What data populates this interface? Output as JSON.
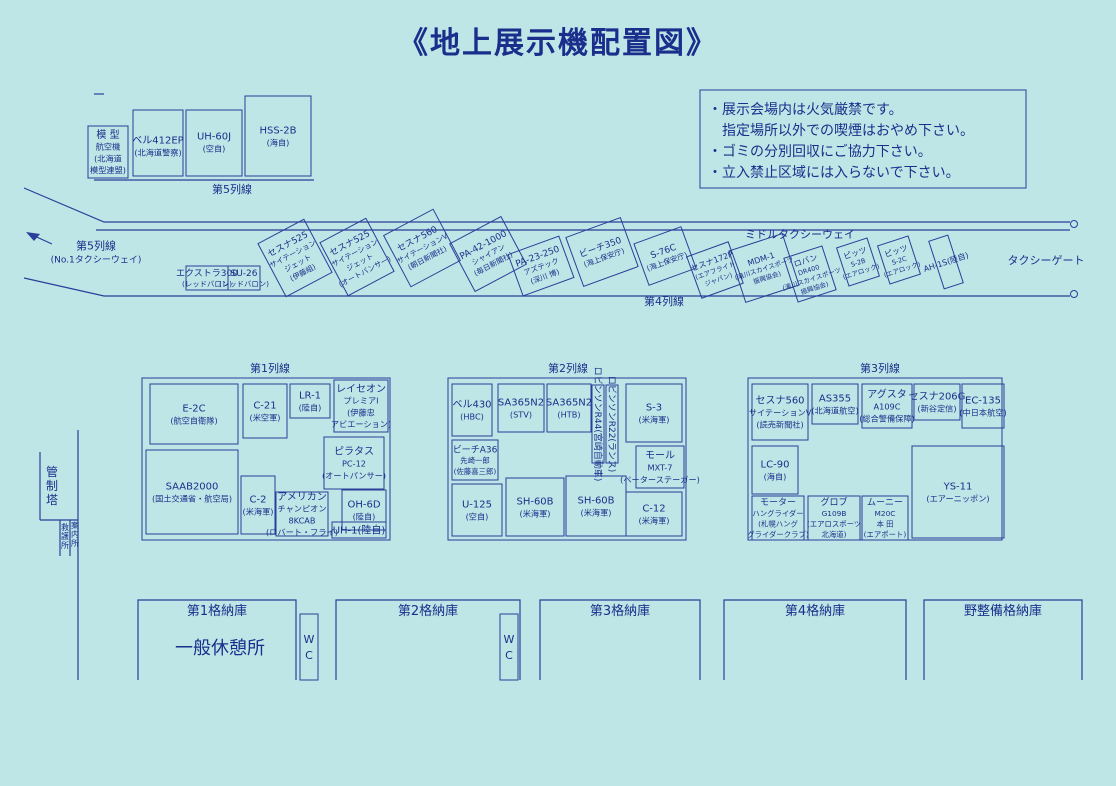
{
  "title": "《地上展示機配置図》",
  "notice": {
    "lines": [
      "・展示会場内は火気厳禁です。",
      "　指定場所以外での喫煙はおやめ下さい。",
      "・ゴミの分別回収にご協力下さい。",
      "・立入禁止区域には入らないで下さい。"
    ]
  },
  "row5": {
    "label": "第5列線",
    "aircraft": [
      {
        "lines": [
          "模 型",
          "航空機",
          "(北海道",
          "模型連盟)"
        ]
      },
      {
        "lines": [
          "ベル412EP",
          "(北海道警察)"
        ]
      },
      {
        "lines": [
          "UH-60J",
          "(空自)"
        ]
      },
      {
        "lines": [
          "HSS-2B",
          "(海自)"
        ]
      }
    ]
  },
  "taxiway": {
    "mid": "ミドルタクシーウェイ",
    "gate": "タクシーゲート",
    "to_no1": [
      "第5列線",
      "(No.1タクシーウェイ)"
    ],
    "row4_label": "第4列線"
  },
  "row4": {
    "aircraft": [
      {
        "lines": [
          "エクストラ300",
          "(レッドバロン)"
        ]
      },
      {
        "lines": [
          "SU-26",
          "(レッドバロン)"
        ]
      },
      {
        "lines": [
          "セスナ525",
          "サイテーション",
          "ジェット",
          "(伊藤組)"
        ]
      },
      {
        "lines": [
          "セスナ525",
          "サイテーション",
          "ジェット",
          "(オートバンサー)"
        ]
      },
      {
        "lines": [
          "セスナ560",
          "サイテーションV",
          "(朝日新聞社)"
        ]
      },
      {
        "lines": [
          "PA-42-1000",
          "シャイアン",
          "(毎日新聞社)"
        ]
      },
      {
        "lines": [
          "PA-23-250",
          "アズテック",
          "(深川 博)"
        ]
      },
      {
        "lines": [
          "ビーチ350",
          "(海上保安庁)"
        ]
      },
      {
        "lines": [
          "S-76C",
          "(海上保安庁)"
        ]
      },
      {
        "lines": [
          "セスナ172P",
          "(エアフライト",
          "ジャパン)"
        ]
      },
      {
        "lines": [
          "MDM-1",
          "(滝川スカイスポーツ",
          "振興協会)"
        ]
      },
      {
        "lines": [
          "ロバン",
          "DR400",
          "(滝川スカイスポーツ",
          "振興協会)"
        ]
      },
      {
        "lines": [
          "ピッツ",
          "S-2B",
          "(エアロック)"
        ]
      },
      {
        "lines": [
          "ピッツ",
          "S-2C",
          "(エアロック)"
        ]
      },
      {
        "lines": [
          "AH-1S(陸自)"
        ]
      }
    ]
  },
  "row1": {
    "label": "第1列線",
    "aircraft": [
      {
        "lines": [
          "E-2C",
          "(航空自衛隊)"
        ]
      },
      {
        "lines": [
          "C-21",
          "(米空軍)"
        ]
      },
      {
        "lines": [
          "LR-1",
          "(陸自)"
        ]
      },
      {
        "lines": [
          "レイセオン",
          "プレミアI",
          "(伊藤忠",
          "アビエーション)"
        ]
      },
      {
        "lines": [
          "ピラタス",
          "PC-12",
          "(オートパンサー)"
        ]
      },
      {
        "lines": [
          "SAAB2000",
          "(国土交通省・航空局)"
        ]
      },
      {
        "lines": [
          "C-2",
          "(米海軍)"
        ]
      },
      {
        "lines": [
          "アメリカン",
          "チャンピオン",
          "8KCAB",
          "(ロバート・フライ)"
        ]
      },
      {
        "lines": [
          "OH-6D",
          "(陸自)"
        ]
      },
      {
        "lines": [
          "UH-1(陸自)"
        ]
      }
    ]
  },
  "row2": {
    "label": "第2列線",
    "aircraft": [
      {
        "lines": [
          "ベル430",
          "(HBC)"
        ]
      },
      {
        "lines": [
          "SA365N2",
          "(STV)"
        ]
      },
      {
        "lines": [
          "SA365N2",
          "(HTB)"
        ]
      },
      {
        "lines": [
          "ロビンソンR44(宮崎自動車)"
        ]
      },
      {
        "lines": [
          "ロビンソンR22(ランス)"
        ]
      },
      {
        "lines": [
          "S-3",
          "(米海軍)"
        ]
      },
      {
        "lines": [
          "ビーチA36",
          "先崎一郎",
          "(佐藤喜三郎)"
        ]
      },
      {
        "lines": [
          "モール",
          "MXT-7",
          "(ペーターステーガー)"
        ]
      },
      {
        "lines": [
          "U-125",
          "(空自)"
        ]
      },
      {
        "lines": [
          "SH-60B",
          "(米海軍)"
        ]
      },
      {
        "lines": [
          "SH-60B",
          "(米海軍)"
        ]
      },
      {
        "lines": [
          "C-12",
          "(米海軍)"
        ]
      }
    ]
  },
  "row3": {
    "label": "第3列線",
    "aircraft": [
      {
        "lines": [
          "セスナ560",
          "サイテーションV",
          "(読売新聞社)"
        ]
      },
      {
        "lines": [
          "AS355",
          "(北海道航空)"
        ]
      },
      {
        "lines": [
          "アグスタ",
          "A109C",
          "(総合警備保障)"
        ]
      },
      {
        "lines": [
          "セスナ206G",
          "(新谷定信)"
        ]
      },
      {
        "lines": [
          "EC-135",
          "(中日本航空)"
        ]
      },
      {
        "lines": [
          "LC-90",
          "(海自)"
        ]
      },
      {
        "lines": [
          "YS-11",
          "(エアーニッポン)"
        ]
      },
      {
        "lines": [
          "モーター",
          "ハングライダー",
          "(札幌ハング",
          "グライダークラブ)"
        ]
      },
      {
        "lines": [
          "グロブ",
          "G109B",
          "(エアロスポーツ",
          "北海道)"
        ]
      },
      {
        "lines": [
          "ムーニー",
          "M20C",
          "本 田",
          "(エアポート)"
        ]
      }
    ]
  },
  "tower": {
    "label": "管制塔",
    "rescue": "救護所",
    "info": "案内所"
  },
  "hangars": [
    {
      "label": "第1格納庫"
    },
    {
      "label": "第2格納庫"
    },
    {
      "label": "第3格納庫"
    },
    {
      "label": "第4格納庫"
    },
    {
      "label": "野整備格納庫"
    }
  ],
  "rest": "一般休憩所",
  "wc": "W C"
}
